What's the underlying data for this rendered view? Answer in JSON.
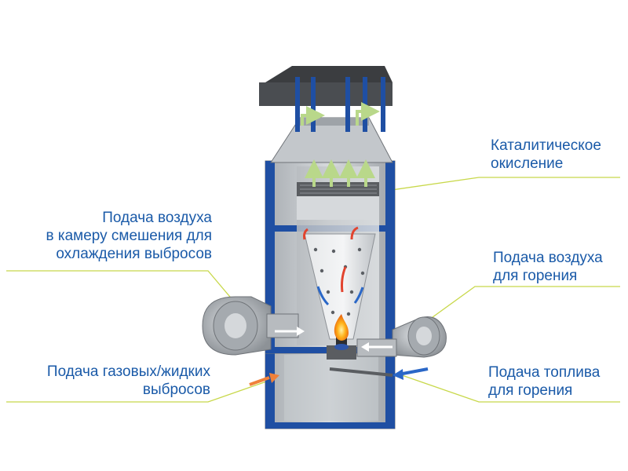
{
  "labels": {
    "catalytic": {
      "line1": "Каталитическое",
      "line2": "окисление"
    },
    "air_mixing": {
      "line1": "Подача воздуха",
      "line2": "в камеру смешения для",
      "line3": "охлаждения выбросов"
    },
    "air_combustion": {
      "line1": "Подача воздуха",
      "line2": "для горения"
    },
    "gas_supply": {
      "line1": "Подача газовых/жидких",
      "line2": "выбросов"
    },
    "fuel_supply": {
      "line1": "Подача топлива",
      "line2": "для горения"
    }
  },
  "colors": {
    "label_text": "#1a5aa8",
    "leader_line": "#c8d84a",
    "frame_blue": "#1f4fa3",
    "steel_light": "#c9cdd1",
    "steel_mid": "#a9aeb3",
    "steel_dark": "#7d8186",
    "arrow_green": "#b9d88a",
    "arrow_orange": "#f0813a",
    "arrow_blue": "#2a67c7",
    "flame": "#ff9a1a"
  },
  "icons": [
    "industrial-catalytic-oxidizer",
    "burner-flame-icon",
    "blower-fan-icon",
    "flow-arrow-icon"
  ]
}
